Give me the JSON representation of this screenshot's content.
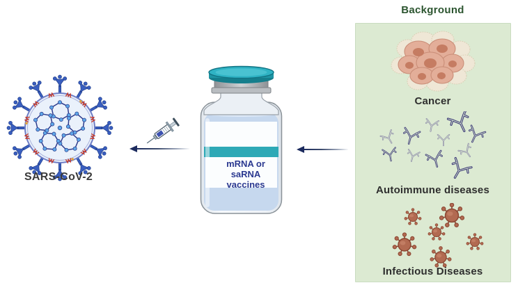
{
  "figure": {
    "left": {
      "virus_label": "SARS-CoV-2"
    },
    "center": {
      "vial_lines": [
        "mRNA or",
        "saRNA",
        "vaccines"
      ]
    },
    "panel": {
      "title": "Background",
      "items": [
        {
          "label": "Cancer"
        },
        {
          "label": "Autoimmune diseases"
        },
        {
          "label": "Infectious Diseases"
        }
      ]
    },
    "icons": [
      "sars-cov-2-virus-icon",
      "syringe-icon",
      "vaccine-vial-icon",
      "left-arrow-icon",
      "cancer-cells-icon",
      "antibody-icon",
      "pathogen-virus-icon"
    ],
    "colors": {
      "panel_green": "#dcead2",
      "title_green": "#2c5530",
      "vial_cap_teal": "#2fb3c4",
      "label_stripe_teal": "#2ea9b6",
      "vaccine_text_navy": "#2b3990",
      "arrow_navy": "#1c2b5e",
      "spike_blue": "#3a5fc0",
      "antibody_navy": "#3d3b78",
      "pathogen_brown": "#b26a51",
      "cancer_pink": "#e3ae99"
    }
  }
}
